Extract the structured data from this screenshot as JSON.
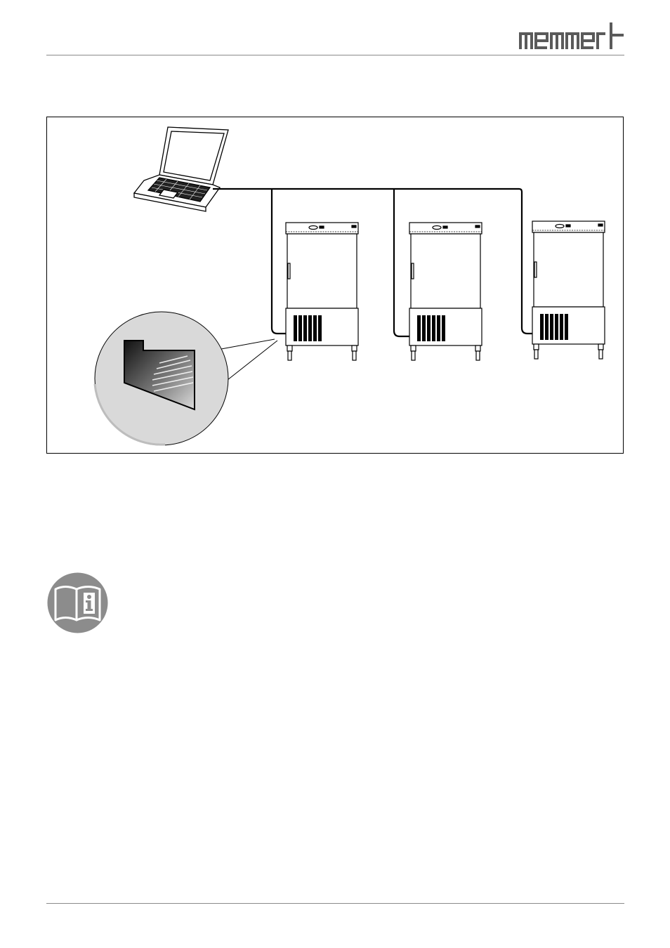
{
  "brand": {
    "logo_text": "memmert"
  },
  "figure": {
    "devices": [
      "laptop",
      "oven",
      "oven",
      "oven"
    ],
    "detail": "ethernet-port"
  },
  "icons": {
    "info": "manual-info-icon"
  },
  "colors": {
    "rule": "#8a8a8a",
    "icon_bg": "#8c8c8c",
    "lens_bg": "#d9d9d9"
  }
}
